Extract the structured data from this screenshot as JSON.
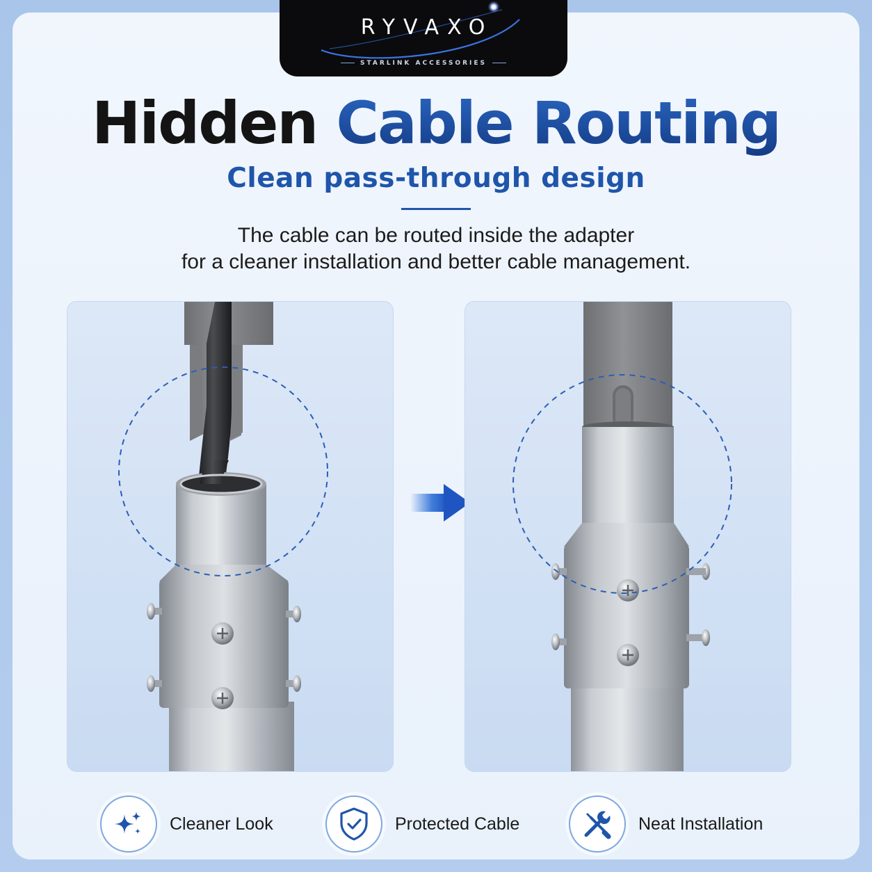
{
  "brand": {
    "name": "RYVAXO",
    "tagline": "STARLINK ACCESSORIES"
  },
  "header": {
    "title_part1": "Hidden",
    "title_part2": "Cable Routing",
    "subtitle": "Clean pass-through design",
    "description_line1": "The cable can be routed inside the adapter",
    "description_line2": "for a cleaner installation and better cable management."
  },
  "panels": [
    {
      "name": "before",
      "icon": "adapter-with-exposed-cable"
    },
    {
      "name": "after",
      "icon": "adapter-with-hidden-cable"
    }
  ],
  "features": [
    {
      "label": "Cleaner Look",
      "icon": "sparkle-icon"
    },
    {
      "label": "Protected Cable",
      "icon": "shield-check-icon"
    },
    {
      "label": "Neat Installation",
      "icon": "tools-icon"
    }
  ],
  "colors": {
    "accent": "#1f55aa",
    "headline_dark": "#141414",
    "headline_blue": "#1e4fa0",
    "background": "#eef4fc"
  }
}
